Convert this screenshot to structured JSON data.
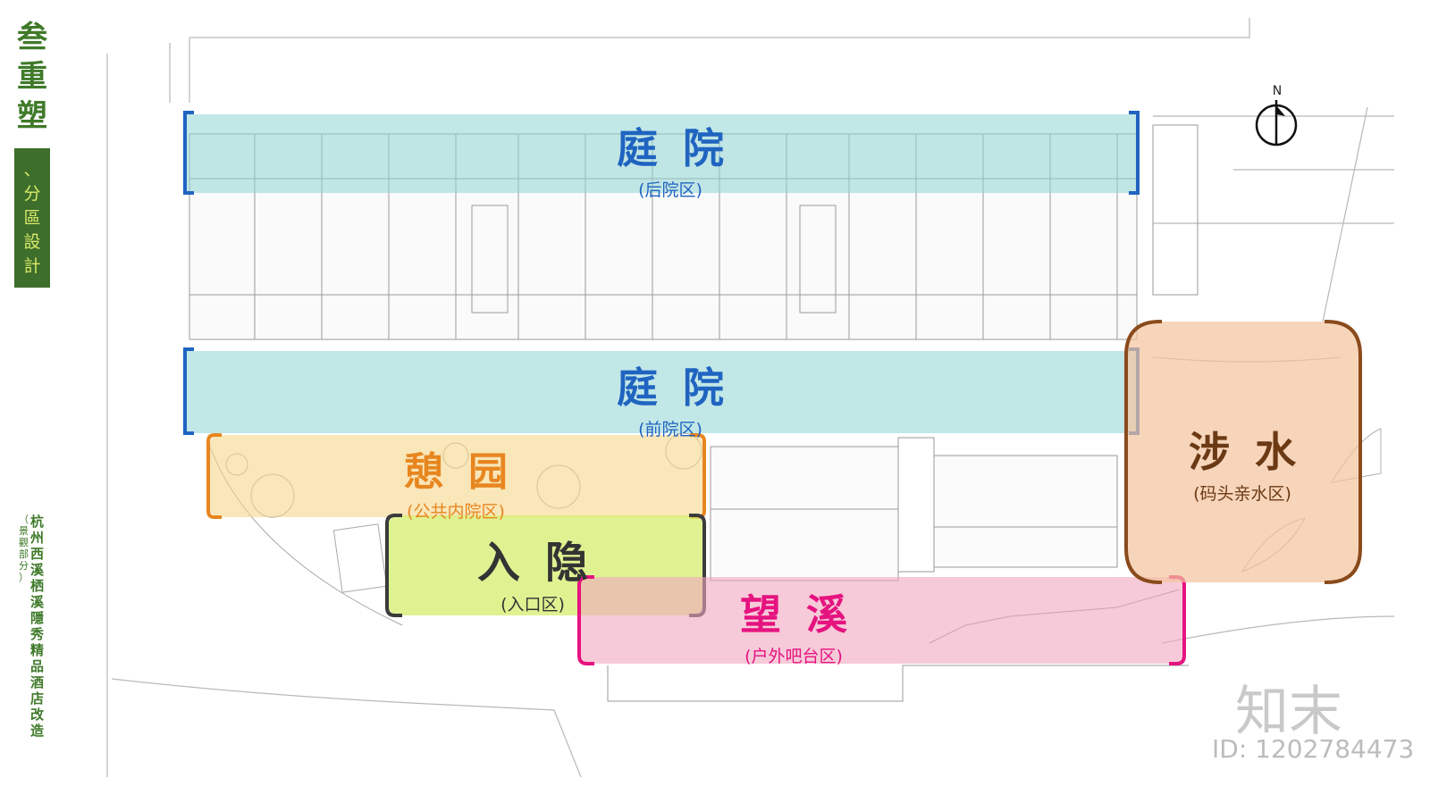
{
  "side_title": {
    "chars": [
      "叁",
      "重",
      "塑"
    ],
    "box_chars": [
      "、",
      "分",
      "區",
      "設",
      "計"
    ]
  },
  "side_caption": {
    "main_chars": [
      "杭",
      "州",
      "西",
      "溪",
      "栖",
      "溪",
      "隱",
      "秀",
      "精",
      "品",
      "酒",
      "店",
      "改",
      "造"
    ],
    "small_chars": [
      "（",
      "景",
      "觀",
      "部",
      "分",
      "）"
    ]
  },
  "zones": {
    "rear_courtyard": {
      "title": "庭院",
      "subtitle": "(后院区)",
      "color": "#1f64c0"
    },
    "front_courtyard": {
      "title": "庭院",
      "subtitle": "(前院区)",
      "color": "#1f64c0"
    },
    "rest_garden": {
      "title": "憩园",
      "subtitle": "(公共内院区)",
      "color": "#e7861f"
    },
    "entrance": {
      "title": "入隐",
      "subtitle": "(入口区)",
      "color": "#3b3b3b"
    },
    "creek_view": {
      "title": "望溪",
      "subtitle": "(户外吧台区)",
      "color": "#e5137f"
    },
    "wading": {
      "title": "涉水",
      "subtitle": "(码头亲水区)",
      "color": "#6b3a14"
    }
  },
  "north_label": "N",
  "watermark": {
    "brand": "知末",
    "id": "ID: 1202784473"
  }
}
